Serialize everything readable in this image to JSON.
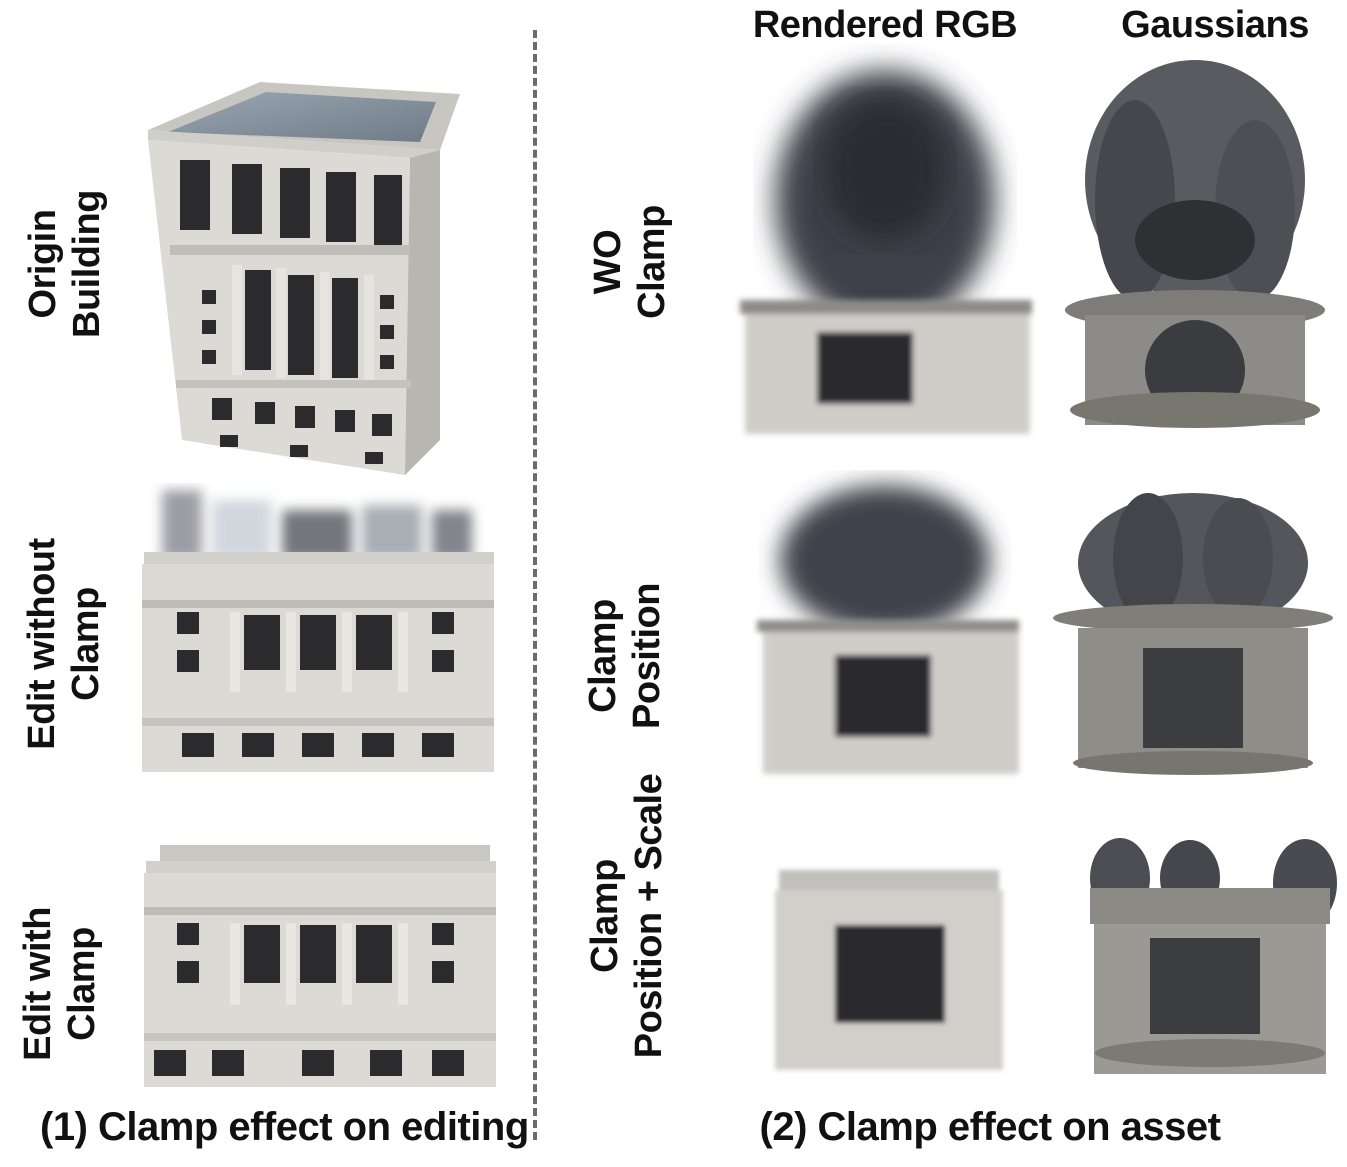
{
  "left_panel": {
    "rows": [
      {
        "lines": [
          "Origin",
          "Building"
        ]
      },
      {
        "lines": [
          "Edit without",
          "Clamp"
        ]
      },
      {
        "lines": [
          "Edit with",
          "Clamp"
        ]
      }
    ],
    "caption": "(1) Clamp effect on editing"
  },
  "right_panel": {
    "columns": [
      "Rendered RGB",
      "Gaussians"
    ],
    "rows": [
      {
        "lines": [
          "WO",
          "Clamp"
        ]
      },
      {
        "lines": [
          "Clamp",
          "Position"
        ]
      },
      {
        "lines": [
          "Clamp",
          "Position + Scale"
        ]
      }
    ],
    "caption": "(2) Clamp effect on asset"
  },
  "colors": {
    "stone": "#d9d7d2",
    "stone_dark": "#a9a7a2",
    "window": "#2a2a2c",
    "roof": "#7f8c97",
    "divider": "#6b6b6b",
    "gaussian": "#4a4a4e"
  }
}
